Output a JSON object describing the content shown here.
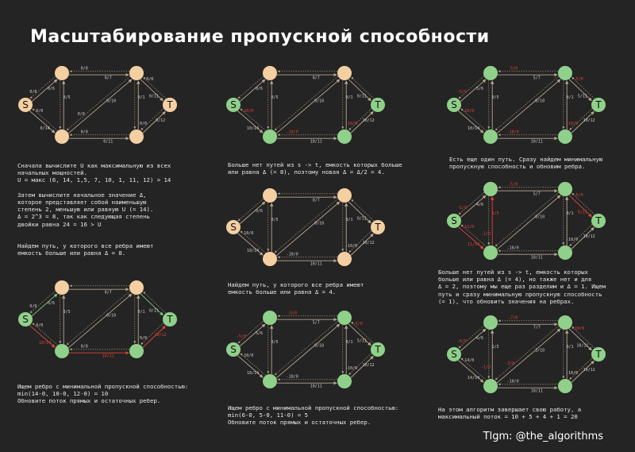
{
  "title": "Масштабирование пропускной способности",
  "credit": "Tlgm: @the_algorithms",
  "colors": {
    "background": "#242424",
    "node_orange": "#f4cfa2",
    "node_green": "#8fd18a",
    "edge": "#b8a58f",
    "edge_green": "#7ec877",
    "red_label": "#e0443a"
  },
  "panels": [
    {
      "graph": {
        "nodes": {
          "S": "orange",
          "T": "orange",
          "a": "orange",
          "b": "orange",
          "c": "orange",
          "d": "orange"
        },
        "node_labels": {
          "S": "S",
          "T": "T"
        },
        "edges": [
          {
            "from": "S",
            "to": "a",
            "label": "0/6",
            "style": "normal"
          },
          {
            "from": "S",
            "to": "c",
            "label": "0/14",
            "style": "normal"
          },
          {
            "from": "a",
            "to": "b",
            "label": "0/7",
            "style": "normal"
          },
          {
            "from": "c",
            "to": "a",
            "label": "0/5",
            "style": "normal"
          },
          {
            "from": "c",
            "to": "b",
            "label": "0/10",
            "style": "normal"
          },
          {
            "from": "c",
            "to": "d",
            "label": "0/11",
            "style": "normal"
          },
          {
            "from": "d",
            "to": "b",
            "label": "0/1",
            "style": "normal"
          },
          {
            "from": "b",
            "to": "T",
            "label": "0/11",
            "style": "normal"
          },
          {
            "from": "d",
            "to": "T",
            "label": "0/12",
            "style": "normal"
          }
        ],
        "back_labels": [
          {
            "edge": 0,
            "label": "0/0",
            "red": false
          },
          {
            "edge": 1,
            "label": "0/0",
            "red": false
          },
          {
            "edge": 2,
            "label": "0/0",
            "red": false
          },
          {
            "edge": 4,
            "label": "0/0",
            "red": false
          },
          {
            "edge": 5,
            "label": "0/0",
            "red": false
          },
          {
            "edge": 7,
            "label": "0/0",
            "red": false
          },
          {
            "edge": 8,
            "label": "0/0",
            "red": false
          }
        ]
      },
      "text": "Сначала вычислите U как максимальную из всех\nначальных мощностей.\nU = макс (6, 14, 1,5, 7, 10, 1, 11, 12) = 14\n\nЗатем вычислите начальное значение Δ,\nкоторое представляет собой наименьшую\nстепень 2, меньшую или равную U (= 14).\nΔ = 2^3 = 8, так как следующая степень\nдвойки равна 24 = 16 > U\n\n\nНайдем путь, у которого все ребра имеют\nемкость больше или равна Δ = 8."
    },
    {
      "graph": {
        "nodes": {
          "S": "green",
          "T": "green",
          "a": "orange",
          "b": "orange",
          "c": "green",
          "d": "green"
        },
        "node_labels": {
          "S": "S",
          "T": "T"
        },
        "edges": [
          {
            "from": "S",
            "to": "a",
            "label": "0/6",
            "style": "normal"
          },
          {
            "from": "S",
            "to": "c",
            "label": "10/14",
            "style": "normal"
          },
          {
            "from": "a",
            "to": "b",
            "label": "0/7",
            "style": "normal"
          },
          {
            "from": "c",
            "to": "a",
            "label": "0/5",
            "style": "normal"
          },
          {
            "from": "c",
            "to": "b",
            "label": "0/10",
            "style": "normal"
          },
          {
            "from": "c",
            "to": "d",
            "label": "10/11",
            "style": "normal"
          },
          {
            "from": "d",
            "to": "b",
            "label": "0/1",
            "style": "normal"
          },
          {
            "from": "b",
            "to": "T",
            "label": "0/11",
            "style": "normal"
          },
          {
            "from": "d",
            "to": "T",
            "label": "10/12",
            "style": "normal"
          }
        ],
        "back_labels": [
          {
            "edge": 1,
            "label": "-10/0",
            "red": true
          },
          {
            "edge": 5,
            "label": "-10/0",
            "red": true
          },
          {
            "edge": 8,
            "label": "-10/0",
            "red": true
          }
        ]
      },
      "text": "Больше нет путей из s -> t, емкость которых больше\nили равна Δ (= 8), поэтому новая Δ = Δ/2 = 4."
    },
    {
      "graph": {
        "nodes": {
          "S": "green",
          "T": "green",
          "a": "green",
          "b": "green",
          "c": "green",
          "d": "green"
        },
        "node_labels": {
          "S": "S",
          "T": "T"
        },
        "edges": [
          {
            "from": "S",
            "to": "a",
            "label": "5/6",
            "style": "normal"
          },
          {
            "from": "S",
            "to": "c",
            "label": "10/14",
            "style": "normal"
          },
          {
            "from": "a",
            "to": "b",
            "label": "5/7",
            "style": "normal"
          },
          {
            "from": "c",
            "to": "a",
            "label": "0/5",
            "style": "normal"
          },
          {
            "from": "c",
            "to": "b",
            "label": "0/10",
            "style": "normal"
          },
          {
            "from": "c",
            "to": "d",
            "label": "10/11",
            "style": "normal"
          },
          {
            "from": "d",
            "to": "b",
            "label": "0/1",
            "style": "normal"
          },
          {
            "from": "b",
            "to": "T",
            "label": "5/11",
            "style": "normal"
          },
          {
            "from": "d",
            "to": "T",
            "label": "10/12",
            "style": "normal"
          }
        ],
        "back_labels": [
          {
            "edge": 0,
            "label": "-5/0",
            "red": true
          },
          {
            "edge": 1,
            "label": "-10/0",
            "red": true
          },
          {
            "edge": 2,
            "label": "-5/0",
            "red": true
          },
          {
            "edge": 5,
            "label": "-10/0",
            "red": true
          },
          {
            "edge": 7,
            "label": "-5/0",
            "red": true
          },
          {
            "edge": 8,
            "label": "-10/0",
            "red": true
          }
        ]
      },
      "text": "Есть еще один путь. Сразу найдем минимальную\nпропускную способность и обновим ребра."
    },
    {
      "graph": {
        "nodes": {
          "S": "green",
          "T": "green",
          "a": "orange",
          "b": "orange",
          "c": "green",
          "d": "green"
        },
        "node_labels": {
          "S": "S",
          "T": "T"
        },
        "edges": [
          {
            "from": "S",
            "to": "a",
            "label": "0/6",
            "style": "green"
          },
          {
            "from": "S",
            "to": "c",
            "label": "10/14",
            "style": "red"
          },
          {
            "from": "a",
            "to": "b",
            "label": "0/7",
            "style": "normal"
          },
          {
            "from": "c",
            "to": "a",
            "label": "0/5",
            "style": "normal"
          },
          {
            "from": "c",
            "to": "b",
            "label": "0/10",
            "style": "normal"
          },
          {
            "from": "c",
            "to": "d",
            "label": "10/11",
            "style": "red"
          },
          {
            "from": "d",
            "to": "b",
            "label": "0/1",
            "style": "normal"
          },
          {
            "from": "b",
            "to": "T",
            "label": "0/11",
            "style": "green"
          },
          {
            "from": "d",
            "to": "T",
            "label": "10/12",
            "style": "red"
          }
        ],
        "back_labels": [
          {
            "edge": 0,
            "label": "0/0",
            "red": false
          },
          {
            "edge": 1,
            "label": "0/0",
            "red": false
          },
          {
            "edge": 5,
            "label": "0/0",
            "red": false
          },
          {
            "edge": 8,
            "label": "0/0",
            "red": false
          }
        ]
      },
      "text": "Ищем ребро с минимальной пропускной способностью:\nmin(14-0, 10-0, 12-0) = 10\nОбновите поток прямых и остаточных ребер."
    },
    {
      "graph": {
        "nodes": {
          "S": "orange",
          "T": "orange",
          "a": "orange",
          "b": "orange",
          "c": "orange",
          "d": "orange"
        },
        "node_labels": {
          "S": "S",
          "T": "T"
        },
        "edges": [
          {
            "from": "S",
            "to": "a",
            "label": "0/6",
            "style": "normal"
          },
          {
            "from": "S",
            "to": "c",
            "label": "10/14",
            "style": "normal"
          },
          {
            "from": "a",
            "to": "b",
            "label": "0/7",
            "style": "normal"
          },
          {
            "from": "c",
            "to": "a",
            "label": "0/5",
            "style": "normal"
          },
          {
            "from": "c",
            "to": "b",
            "label": "0/10",
            "style": "normal"
          },
          {
            "from": "c",
            "to": "d",
            "label": "10/11",
            "style": "normal"
          },
          {
            "from": "d",
            "to": "b",
            "label": "0/1",
            "style": "normal"
          },
          {
            "from": "b",
            "to": "T",
            "label": "0/11",
            "style": "normal"
          },
          {
            "from": "d",
            "to": "T",
            "label": "10/12",
            "style": "normal"
          }
        ],
        "back_labels": [
          {
            "edge": 1,
            "label": "-10/0",
            "red": false
          },
          {
            "edge": 5,
            "label": "-10/0",
            "red": false
          },
          {
            "edge": 8,
            "label": "-10/0",
            "red": false
          }
        ]
      },
      "text": "Найдем путь, у которого все ребра имеют\nемкость больше или равна Δ = 4."
    },
    {
      "graph": {
        "nodes": {
          "S": "green",
          "T": "green",
          "a": "green",
          "b": "green",
          "c": "green",
          "d": "green"
        },
        "node_labels": {
          "S": "S",
          "T": "T"
        },
        "edges": [
          {
            "from": "S",
            "to": "a",
            "label": "4/6",
            "style": "normal"
          },
          {
            "from": "S",
            "to": "c",
            "label": "11/14",
            "style": "red"
          },
          {
            "from": "a",
            "to": "b",
            "label": "5/7",
            "style": "normal"
          },
          {
            "from": "c",
            "to": "a",
            "label": "1/5",
            "style": "red"
          },
          {
            "from": "c",
            "to": "b",
            "label": "0/10",
            "style": "normal"
          },
          {
            "from": "c",
            "to": "d",
            "label": "10/11",
            "style": "normal"
          },
          {
            "from": "d",
            "to": "b",
            "label": "0/1",
            "style": "normal"
          },
          {
            "from": "b",
            "to": "T",
            "label": "6/11",
            "style": "red"
          },
          {
            "from": "d",
            "to": "T",
            "label": "10/12",
            "style": "normal"
          }
        ],
        "back_labels": [
          {
            "edge": 0,
            "label": "-5/0",
            "red": true
          },
          {
            "edge": 1,
            "label": "-11/0",
            "red": true
          },
          {
            "edge": 2,
            "label": "-5/0",
            "red": true
          },
          {
            "edge": 3,
            "label": "-1/0",
            "red": true
          },
          {
            "edge": 5,
            "label": "-10/0",
            "red": false
          },
          {
            "edge": 7,
            "label": "-6/0",
            "red": true
          },
          {
            "edge": 8,
            "label": "-10/0",
            "red": false
          }
        ]
      },
      "text": "Больше нет путей из s -> t, емкость которых\nбольше или равна Δ (= 4), но также нет и для\nΔ = 2, поэтому мы еще раз разделим и Δ = 1. Ищем\nпуть и сразу минимальную пропускную способность\n(= 1), что обновить значения на ребрах."
    },
    {
      "graph": {
        "nodes": {
          "S": "green",
          "T": "green",
          "a": "green",
          "b": "green",
          "c": "green",
          "d": "green"
        },
        "node_labels": {
          "S": "S",
          "T": "T"
        },
        "edges": [
          {
            "from": "S",
            "to": "a",
            "label": "5/6",
            "style": "normal"
          },
          {
            "from": "S",
            "to": "c",
            "label": "10/14",
            "style": "normal"
          },
          {
            "from": "a",
            "to": "b",
            "label": "5/7",
            "style": "normal"
          },
          {
            "from": "c",
            "to": "a",
            "label": "0/5",
            "style": "normal"
          },
          {
            "from": "c",
            "to": "b",
            "label": "0/10",
            "style": "normal"
          },
          {
            "from": "c",
            "to": "d",
            "label": "10/11",
            "style": "normal"
          },
          {
            "from": "d",
            "to": "b",
            "label": "0/1",
            "style": "normal"
          },
          {
            "from": "b",
            "to": "T",
            "label": "5/11",
            "style": "normal"
          },
          {
            "from": "d",
            "to": "T",
            "label": "10/12",
            "style": "normal"
          }
        ],
        "back_labels": [
          {
            "edge": 0,
            "label": "-5/0",
            "red": true
          },
          {
            "edge": 1,
            "label": "-10/0",
            "red": false
          },
          {
            "edge": 2,
            "label": "-5/0",
            "red": true
          },
          {
            "edge": 5,
            "label": "-10/0",
            "red": false
          },
          {
            "edge": 7,
            "label": "-5/0",
            "red": true
          },
          {
            "edge": 8,
            "label": "-10/0",
            "red": false
          }
        ]
      },
      "text": "Ищем ребро с минимальной пропускной способностью:\nmin(6-0, 5-0, 11-0) = 5\nОбновите поток прямых и остаточных ребер."
    },
    {
      "graph": {
        "nodes": {
          "S": "green",
          "T": "green",
          "a": "green",
          "b": "green",
          "c": "green",
          "d": "green"
        },
        "node_labels": {
          "S": "S",
          "T": "T"
        },
        "edges": [
          {
            "from": "S",
            "to": "a",
            "label": "6/6",
            "style": "normal"
          },
          {
            "from": "S",
            "to": "c",
            "label": "14/14",
            "style": "normal"
          },
          {
            "from": "a",
            "to": "b",
            "label": "7/7",
            "style": "normal"
          },
          {
            "from": "c",
            "to": "a",
            "label": "1/5",
            "style": "normal"
          },
          {
            "from": "c",
            "to": "b",
            "label": "3/10",
            "style": "normal"
          },
          {
            "from": "c",
            "to": "d",
            "label": "10/11",
            "style": "normal"
          },
          {
            "from": "d",
            "to": "b",
            "label": "0/1",
            "style": "normal"
          },
          {
            "from": "b",
            "to": "T",
            "label": "10/11",
            "style": "normal"
          },
          {
            "from": "d",
            "to": "T",
            "label": "10/12",
            "style": "normal"
          }
        ],
        "back_labels": [
          {
            "edge": 0,
            "label": "-6/0",
            "red": true
          },
          {
            "edge": 1,
            "label": "-14/0",
            "red": false
          },
          {
            "edge": 2,
            "label": "-7/0",
            "red": true
          },
          {
            "edge": 3,
            "label": "-1/0",
            "red": true
          },
          {
            "edge": 4,
            "label": "-3/0",
            "red": true
          },
          {
            "edge": 5,
            "label": "-10/0",
            "red": false
          },
          {
            "edge": 7,
            "label": "-10/0",
            "red": true
          },
          {
            "edge": 8,
            "label": "-10/0",
            "red": false
          }
        ]
      },
      "text": "На этом алгоритм завершает свою работу, а\nмаксимальный поток = 10 + 5 + 4 + 1 = 20"
    }
  ]
}
